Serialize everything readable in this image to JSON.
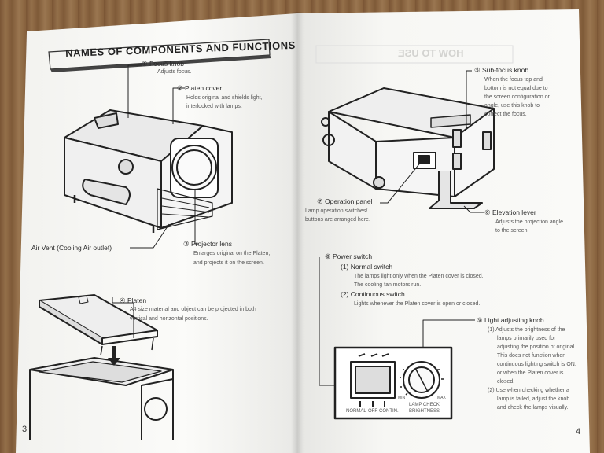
{
  "left_page": {
    "title": "NAMES OF COMPONENTS AND FUNCTIONS",
    "focus_knob": {
      "label": "① Focus knob",
      "desc": "Adjusts focus."
    },
    "platen_cover": {
      "label": "② Platen cover",
      "desc1": "Holds original and shields light,",
      "desc2": "interlocked with lamps."
    },
    "air_vent": {
      "label": "Air Vent (Cooling Air outlet)"
    },
    "projector_lens": {
      "label": "③ Projector lens",
      "desc1": "Enlarges original on the Platen,",
      "desc2": "and projects it on the screen."
    },
    "platen": {
      "label": "④ Platen",
      "desc1": "A4 size material and object can be projected in both",
      "desc2": "vertical and horizontal positions."
    },
    "page_number": "3"
  },
  "right_page": {
    "ghost_title": "HOW TO USE",
    "sub_focus_knob": {
      "label": "⑤ Sub-focus knob",
      "desc1": "When the focus top and",
      "desc2": "bottom is not equal due to",
      "desc3": "the screen configuration or",
      "desc4": "angle, use this knob to",
      "desc5": "correct the focus."
    },
    "operation_panel": {
      "label": "⑦ Operation panel",
      "desc1": "Lamp operation switches/",
      "desc2": "buttons are arranged here."
    },
    "elevation_lever": {
      "label": "⑥ Elevation lever",
      "desc1": "Adjusts the projection angle",
      "desc2": "to the screen."
    },
    "power_switch": {
      "label": "⑧ Power switch",
      "normal_title": "(1)   Normal switch",
      "normal_desc1": "The lamps light only when the Platen cover is closed.",
      "normal_desc2": "The cooling fan motors run.",
      "cont_title": "(2)   Continuous switch",
      "cont_desc": "Lights whenever the Platen cover is open or closed."
    },
    "light_knob": {
      "label": "⑨ Light adjusting knob",
      "lines": [
        "(1) Adjusts the brightness of the",
        "lamps primarily used for",
        "adjusting the position of original.",
        "This does not function when",
        "continuous lighting switch is ON,",
        "or when the Platen cover is",
        "closed.",
        "(2) Use when checking whether a",
        "lamp is failed, adjust the knob",
        "and check the lamps visually."
      ]
    },
    "panel": {
      "normal": "NORMAL",
      "off": "OFF",
      "contin": "CONTIN.",
      "lamp_check": "LAMP CHECK",
      "brightness": "BRIGHTNESS",
      "min": "MIN",
      "max": "MAX"
    },
    "page_number": "4"
  }
}
